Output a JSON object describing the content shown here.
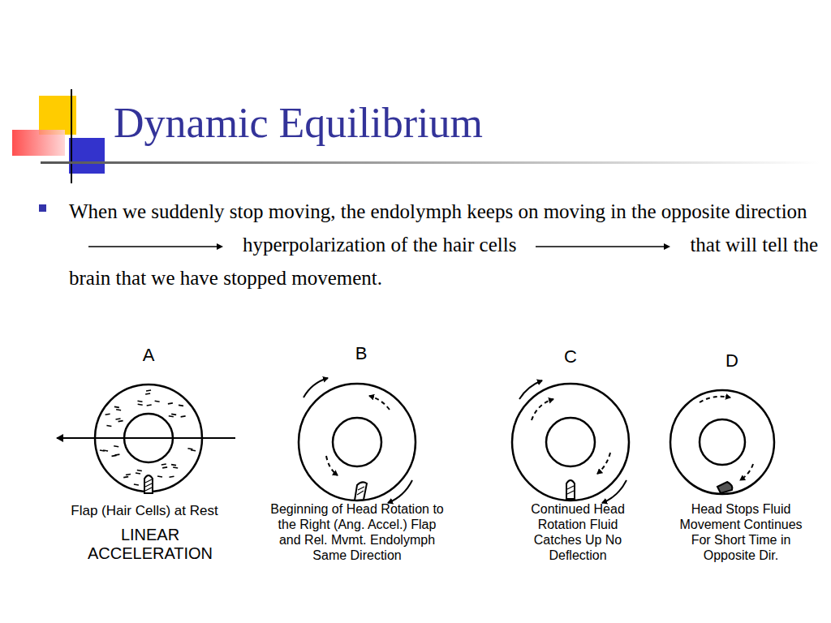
{
  "diagram": {
    "title": "Dynamic Equilibrium",
    "labels": [
      "When we suddenly stop moving, the endolymph keeps on moving in the opposite direction",
      "hyperpolarization of the hair cells",
      "that will tell the brain that we have stopped movement.",
      "A",
      "Flap (Hair Cells) at Rest",
      "LINEAR ACCELERATION",
      "B",
      "Beginning of Head Rotation to the Right (Ang. Accel.) Flap and Rel. Mvmt. Endolymph Same Direction",
      "C",
      "Continued Head Rotation Fluid Catches Up No Deflection",
      "D",
      "Head Stops Fluid Movement Continues For Short Time in Opposite Dir."
    ]
  }
}
